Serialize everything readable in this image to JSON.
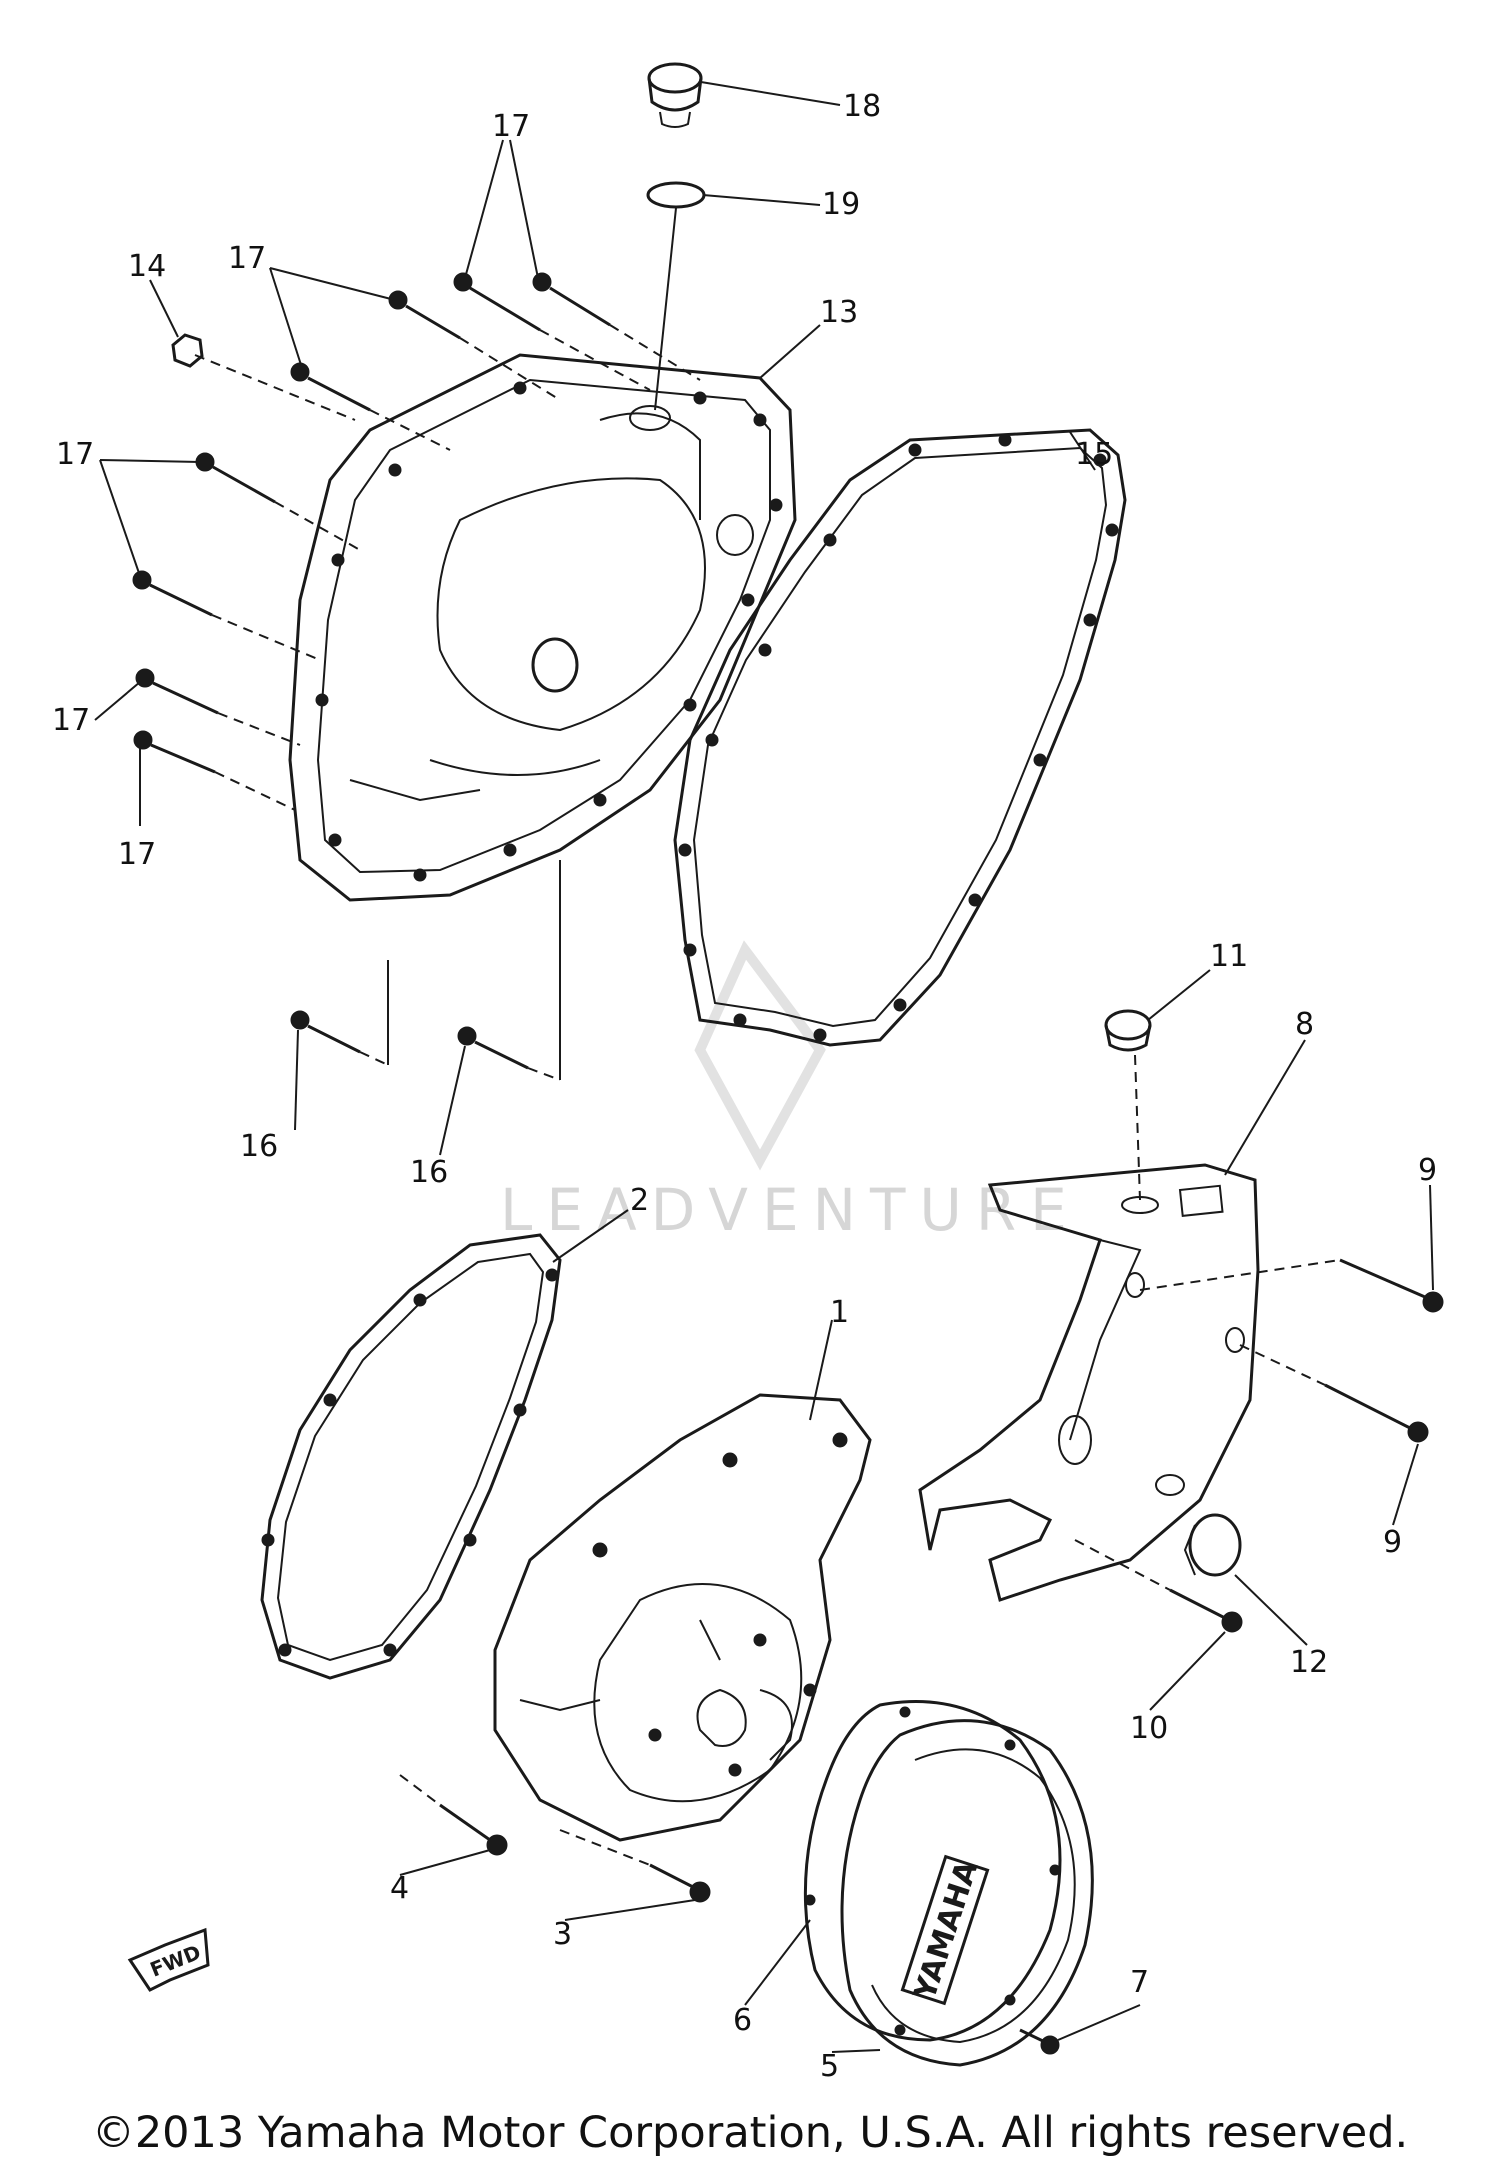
{
  "diagram": {
    "watermark": "LEADVENTURE",
    "fwd_label": "FWD",
    "cover_logo": "YAMAHA",
    "callouts": {
      "c1": "1",
      "c2": "2",
      "c3": "3",
      "c4": "4",
      "c5": "5",
      "c6": "6",
      "c7": "7",
      "c8": "8",
      "c9a": "9",
      "c9b": "9",
      "c10": "10",
      "c11": "11",
      "c12": "12",
      "c13": "13",
      "c14": "14",
      "c15": "15",
      "c16a": "16",
      "c16b": "16",
      "c17a": "17",
      "c17b": "17",
      "c17c": "17",
      "c17d": "17",
      "c17e": "17",
      "c18": "18",
      "c19": "19"
    }
  },
  "footer": {
    "copyright": "©2013 Yamaha Motor Corporation, U.S.A. All rights reserved."
  }
}
